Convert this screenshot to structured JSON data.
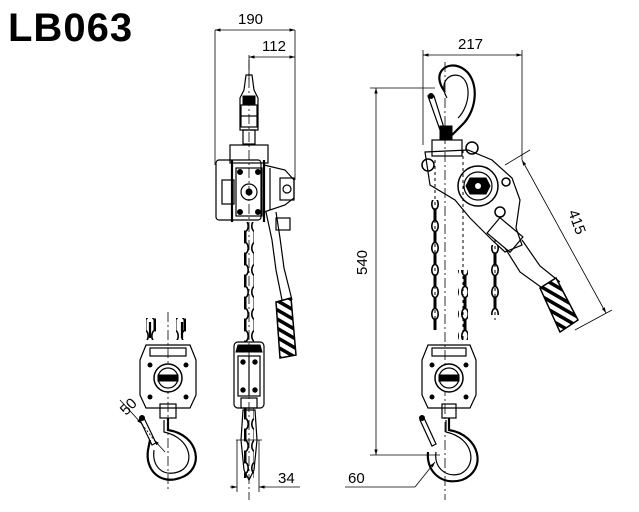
{
  "title": "LB063",
  "dimensions": {
    "width_total": "190",
    "width_right": "112",
    "width_side": "217",
    "height_lift": "540",
    "lever_length": "415",
    "hook_opening": "50",
    "hook_bottom": "60",
    "chain_width": "34"
  }
}
